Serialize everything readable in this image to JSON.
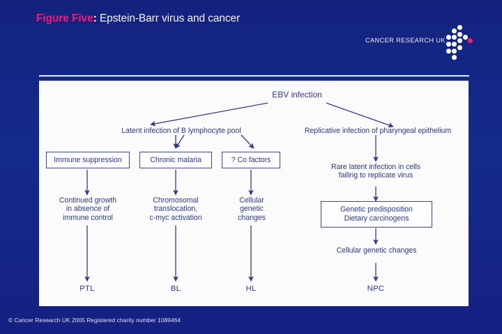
{
  "slide": {
    "background_color": "#152584",
    "accent_color": "#ec1e79",
    "diagram_ink_color": "#2e3a84"
  },
  "title": {
    "figure_label": "Figure Five",
    "colon": ":",
    "text": " Epstein-Barr virus and cancer"
  },
  "logo": {
    "text": "CANCER RESEARCH UK",
    "mark_name": "cancer-research-uk-dot-arrow"
  },
  "figure": {
    "root": "EBV infection",
    "branch_left": "Latent infection of B lymphocyte pool",
    "branch_right": "Replicative infection of pharyngeal epithelium",
    "boxes_left": [
      "Immune suppression",
      "Chronic malaria",
      "? Co factors"
    ],
    "outcomes_left": [
      "Continued growth\nin absence of\nimmune control",
      "Chromosomal\ntranslocation,\nc-myc activation",
      "Cellular\ngenetic\nchanges"
    ],
    "right_rare": "Rare latent infection in cells\nfailing to replicate virus",
    "right_box": "Genetic predisposition\nDietary carcinogens",
    "right_changes": "Cellular genetic changes",
    "terminals": [
      "PTL",
      "BL",
      "HL",
      "NPC"
    ]
  },
  "footer": {
    "text": "© Cancer Research UK 2005  Registered charity number 1089464"
  }
}
